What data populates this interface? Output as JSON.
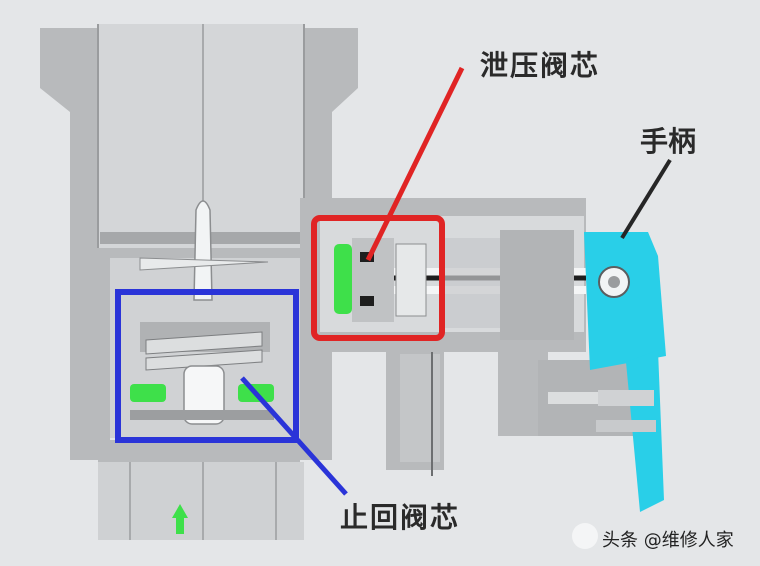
{
  "labels": {
    "relief_valve_core": "泄压阀芯",
    "handle": "手柄",
    "check_valve_core": "止回阀芯"
  },
  "watermark": {
    "text": "头条 @维修人家",
    "icon": "watermark-logo-icon"
  },
  "colors": {
    "relief_highlight": "#e02424",
    "check_highlight": "#2a34d8",
    "handle_fill": "#29cfe8",
    "seal_green": "#3ee04a",
    "body_gray": "#b8babc"
  }
}
